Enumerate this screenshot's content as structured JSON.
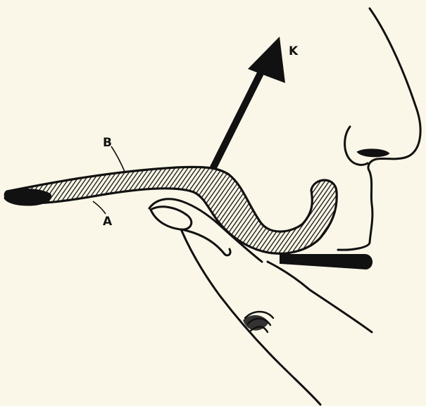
{
  "labels": {
    "k": "K",
    "b": "B",
    "a": "A"
  },
  "colors": {
    "background": "#fbf7e8",
    "ink": "#111111"
  }
}
